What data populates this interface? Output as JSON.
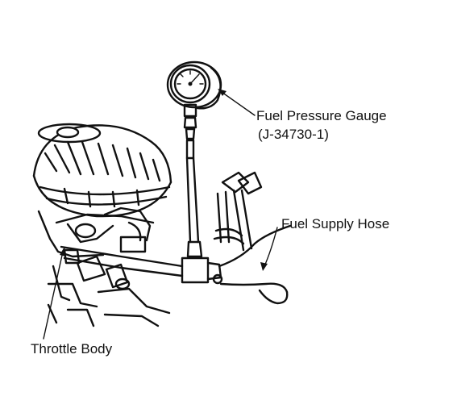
{
  "labels": {
    "gauge_line1": "Fuel Pressure Gauge",
    "gauge_line2": "(J-34730-1)",
    "supply_hose": "Fuel Supply Hose",
    "throttle_body": "Throttle Body"
  },
  "colors": {
    "ink": "#111111",
    "background": "#ffffff"
  }
}
